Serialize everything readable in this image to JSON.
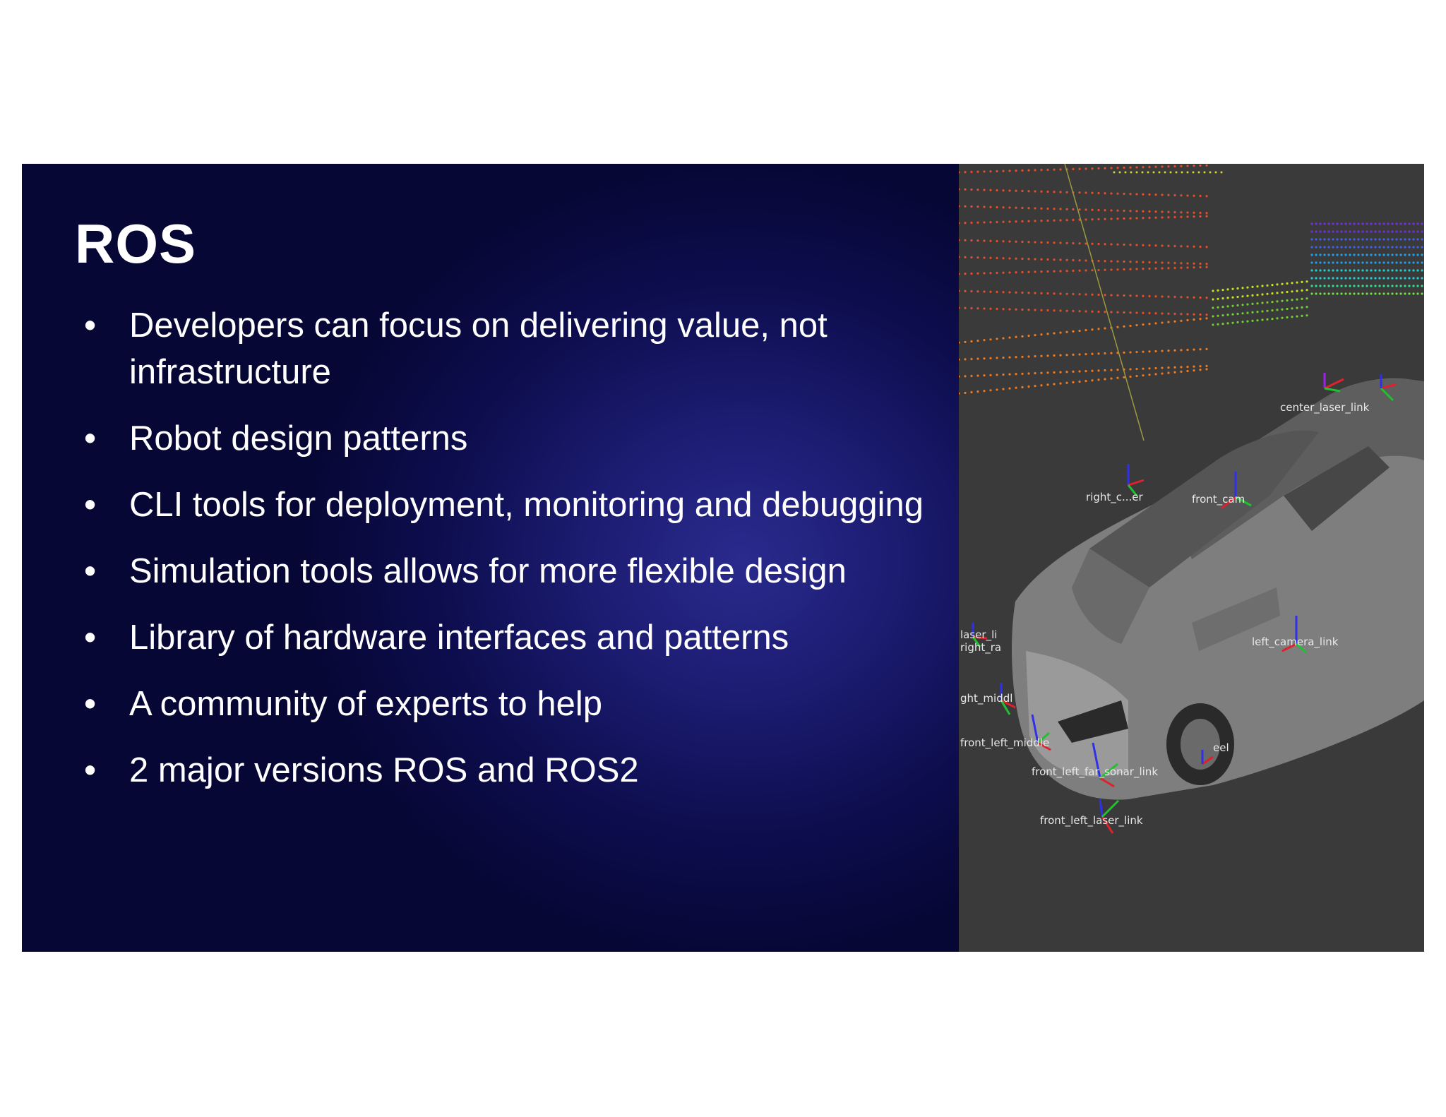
{
  "slide": {
    "title": "ROS",
    "bullets": [
      "Developers can focus on delivering value, not infrastructure",
      "Robot design patterns",
      "CLI tools for deployment, monitoring and debugging",
      "Simulation tools allows for more flexible design",
      "Library of hardware interfaces and patterns",
      "A community of experts to help",
      "2 major versions ROS and ROS2"
    ],
    "bullet_symbol": "•"
  },
  "visualization": {
    "frame_labels": {
      "center_laser": "center_laser_link",
      "right_corner": "right_c...er",
      "front_cam": "front_cam",
      "laser_left": "laser_li",
      "right_ra": "right_ra",
      "right_middle": "ght_middl",
      "front_left_middle": "front_left_middle",
      "left_camera": "left_camera_link",
      "wheel": "eel",
      "front_left_far_sonar": "front_left_far_sonar_link",
      "front_left_laser": "front_left_laser_link"
    },
    "colors": {
      "background": "#3a3a3a",
      "car_body": "#8a8a8a",
      "axis_x": "#e0202a",
      "axis_y": "#20c030",
      "axis_z": "#3030e8"
    }
  }
}
